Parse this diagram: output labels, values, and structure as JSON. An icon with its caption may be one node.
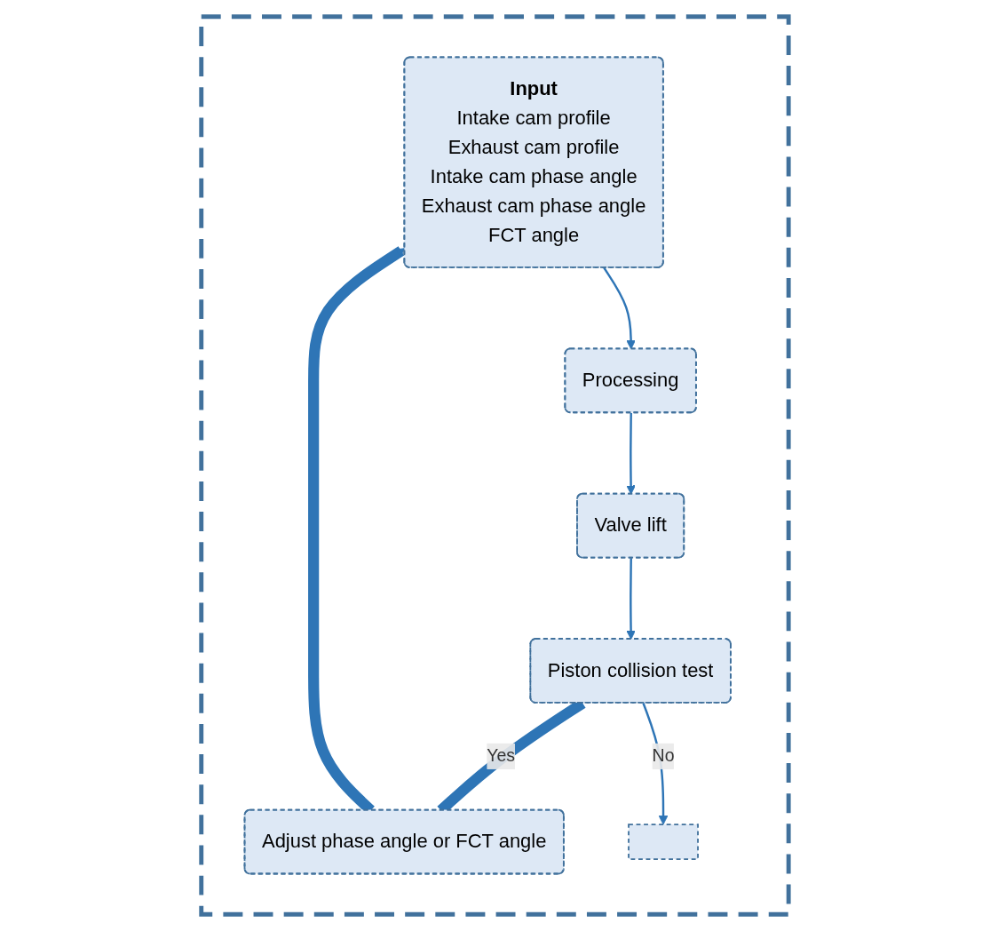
{
  "diagram": {
    "nodes": [
      {
        "text": [],
        "shape": "box"
      },
      {
        "text": [
          "Input",
          "Intake cam profile",
          "Exhaust cam profile",
          "Intake cam phase angle",
          "Exhaust cam phase angle",
          "FCT angle"
        ],
        "in": 0
      },
      {
        "text": [
          "Processing"
        ],
        "in": 0
      },
      {
        "text": [
          "Valve lift"
        ],
        "in": 0
      },
      {
        "text": [
          "Piston collision test"
        ],
        "in": 0
      },
      {
        "text": [],
        "shape": "box",
        "in": 0
      },
      {
        "text": [
          "Adjust phase angle or FCT angle"
        ],
        "in": 0
      }
    ],
    "edges": [
      {
        "from": 1,
        "to": 2,
        "arrow": "to"
      },
      {
        "from": 2,
        "to": 3,
        "arrow": "to"
      },
      {
        "from": 3,
        "to": 4,
        "arrow": "to"
      },
      {
        "from": 4,
        "to": 6,
        "label": "Yes",
        "arrow": "none",
        "style": "thick"
      },
      {
        "from": 6,
        "to": 1,
        "arrow": "to",
        "style": "thick"
      },
      {
        "from": 4,
        "to": 5,
        "label": "No",
        "arrow": "to"
      }
    ]
  }
}
